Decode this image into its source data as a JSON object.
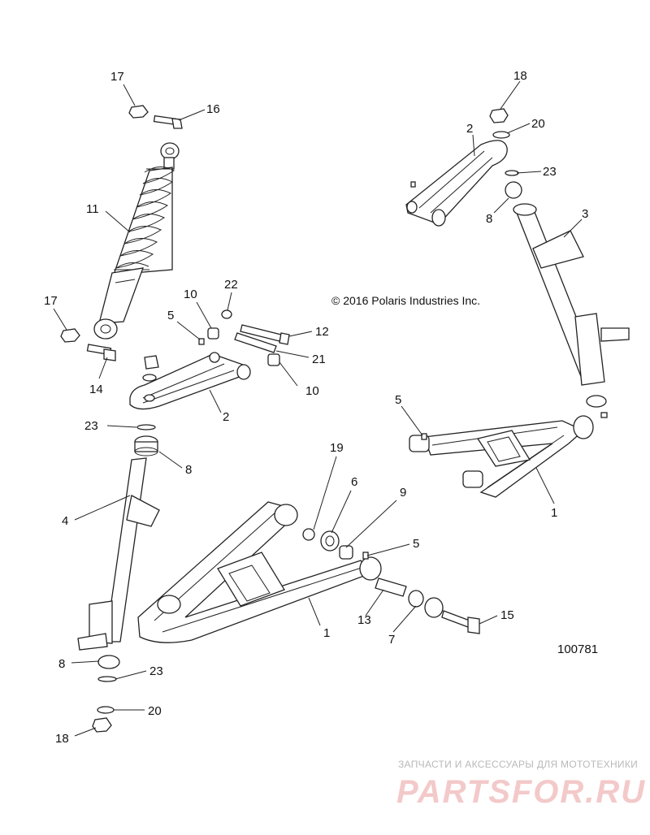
{
  "copyright": "© 2016 Polaris Industries Inc.",
  "drawing_number": "100781",
  "watermark": {
    "tagline": "ЗАПЧАСТИ И АКСЕССУАРЫ ДЛЯ МОТОТЕХНИКИ",
    "brand": "PARTSFOR.RU"
  },
  "callouts": {
    "c17a": "17",
    "c16": "16",
    "c11": "11",
    "c17b": "17",
    "c14": "14",
    "c10a": "10",
    "c22": "22",
    "c5a": "5",
    "c12": "12",
    "c21": "21",
    "c10b": "10",
    "c2a": "2",
    "c23a": "23",
    "c8a": "8",
    "c4": "4",
    "c8b": "8",
    "c23b": "23",
    "c20a": "20",
    "c18a": "18",
    "c19": "19",
    "c6": "6",
    "c9": "9",
    "c5b": "5",
    "c13": "13",
    "c7": "7",
    "c15": "15",
    "c1a": "1",
    "c18b": "18",
    "c20b": "20",
    "c2b": "2",
    "c23c": "23",
    "c8c": "8",
    "c3": "3",
    "c5c": "5",
    "c1b": "1"
  }
}
